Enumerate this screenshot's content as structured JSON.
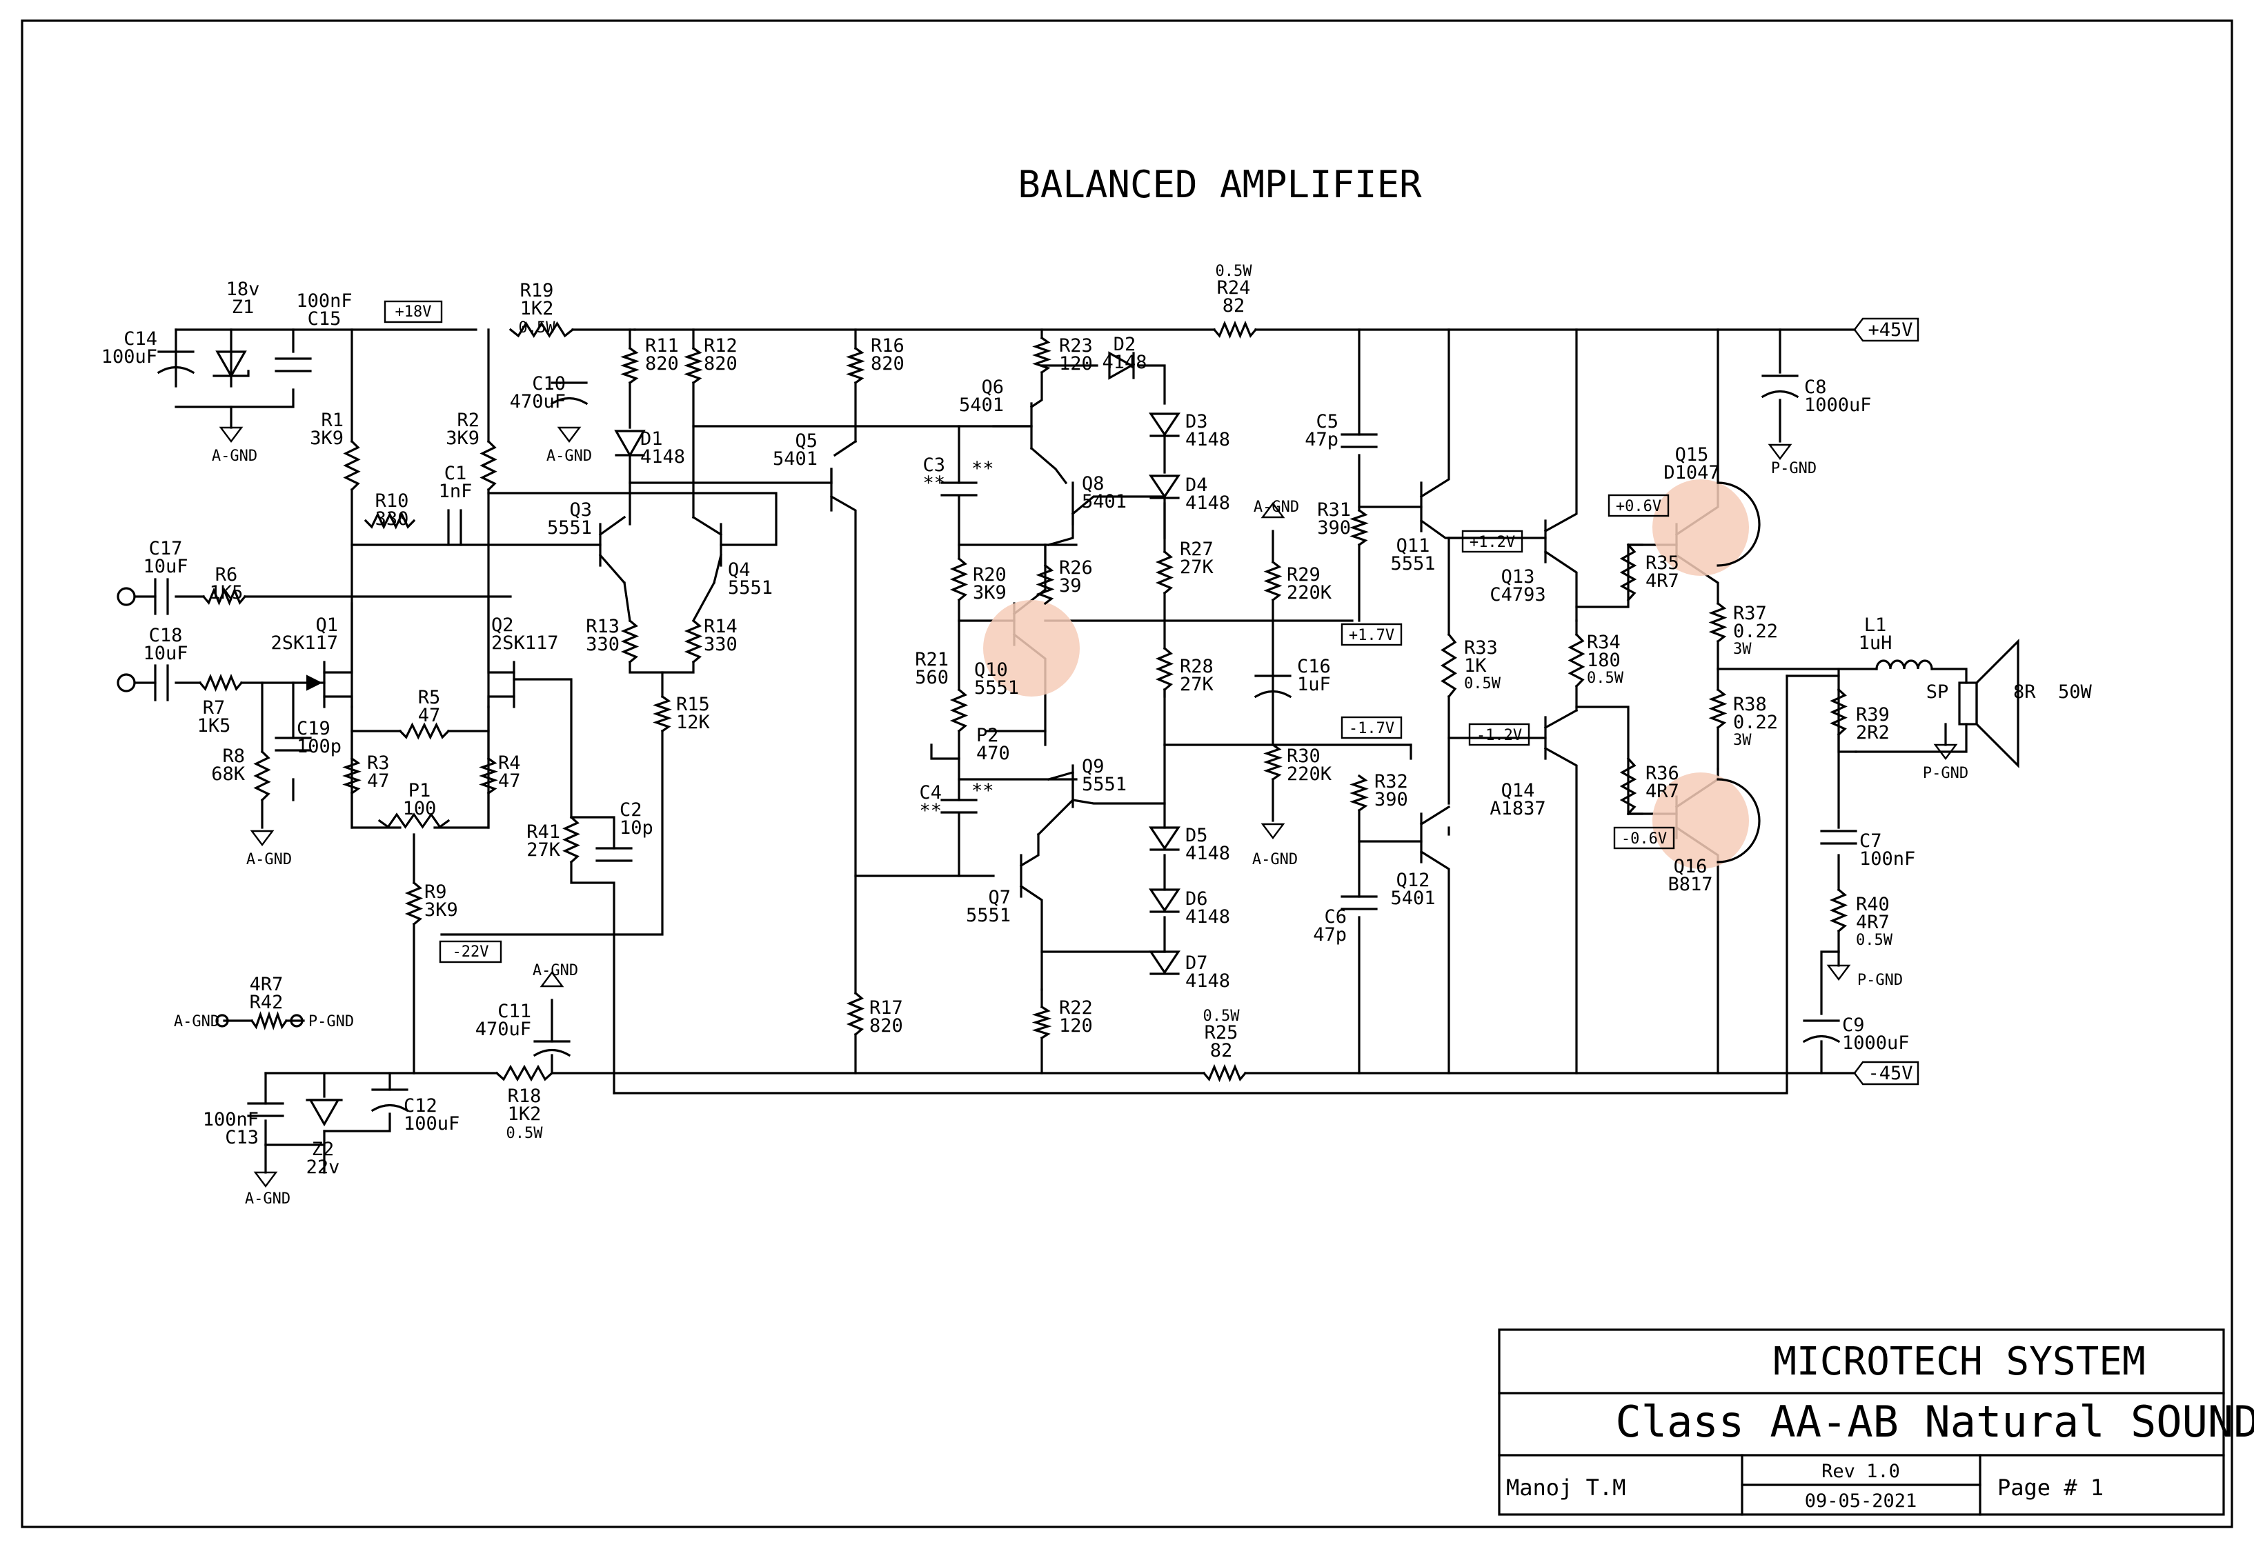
{
  "title": "BALANCED AMPLIFIER",
  "rails": {
    "pos18": "+18V",
    "neg22": "-22V",
    "pos45": "+45V",
    "neg45": "-45V"
  },
  "annotations": {
    "v_pos17": "+1.7V",
    "v_neg17": "-1.7V",
    "v_pos12": "+1.2V",
    "v_neg12": "-1.2V",
    "v_pos06": "+0.6V",
    "v_neg06": "-0.6V",
    "star": "**"
  },
  "grounds": {
    "agnd": "A-GND",
    "pgnd": "P-GND"
  },
  "components": [
    {
      "id": "C14",
      "value": "100uF"
    },
    {
      "id": "Z1",
      "value": "18v"
    },
    {
      "id": "C15",
      "value": "100nF"
    },
    {
      "id": "R19",
      "value": "1K2",
      "rating": "0.5W"
    },
    {
      "id": "C10",
      "value": "470uF"
    },
    {
      "id": "R1",
      "value": "3K9"
    },
    {
      "id": "R2",
      "value": "3K9"
    },
    {
      "id": "R10",
      "value": "330"
    },
    {
      "id": "C1",
      "value": "1nF"
    },
    {
      "id": "R11",
      "value": "820"
    },
    {
      "id": "R12",
      "value": "820"
    },
    {
      "id": "D1",
      "value": "4148"
    },
    {
      "id": "Q3",
      "value": "5551"
    },
    {
      "id": "Q4",
      "value": "5551"
    },
    {
      "id": "R13",
      "value": "330"
    },
    {
      "id": "R14",
      "value": "330"
    },
    {
      "id": "R15",
      "value": "12K"
    },
    {
      "id": "C17",
      "value": "10uF"
    },
    {
      "id": "R6",
      "value": "1K5"
    },
    {
      "id": "C18",
      "value": "10uF"
    },
    {
      "id": "R7",
      "value": "1K5"
    },
    {
      "id": "Q1",
      "value": "2SK117"
    },
    {
      "id": "Q2",
      "value": "2SK117"
    },
    {
      "id": "R5",
      "value": "47"
    },
    {
      "id": "C19",
      "value": "100p"
    },
    {
      "id": "R3",
      "value": "47"
    },
    {
      "id": "R4",
      "value": "47"
    },
    {
      "id": "P1",
      "value": "100"
    },
    {
      "id": "R8",
      "value": "68K"
    },
    {
      "id": "R9",
      "value": "3K9"
    },
    {
      "id": "C2",
      "value": "10p"
    },
    {
      "id": "R41",
      "value": "27K"
    },
    {
      "id": "R42",
      "value": "4R7"
    },
    {
      "id": "C11",
      "value": "470uF"
    },
    {
      "id": "R18",
      "value": "1K2",
      "rating": "0.5W"
    },
    {
      "id": "C13",
      "value": "100nF"
    },
    {
      "id": "Z2",
      "value": "22v"
    },
    {
      "id": "C12",
      "value": "100uF"
    },
    {
      "id": "R16",
      "value": "820"
    },
    {
      "id": "Q5",
      "value": "5401"
    },
    {
      "id": "R17",
      "value": "820"
    },
    {
      "id": "Q6",
      "value": "5401"
    },
    {
      "id": "R23",
      "value": "120"
    },
    {
      "id": "D2",
      "value": "4148"
    },
    {
      "id": "D3",
      "value": "4148"
    },
    {
      "id": "D4",
      "value": "4148"
    },
    {
      "id": "C3",
      "value": "**"
    },
    {
      "id": "Q8",
      "value": "5401"
    },
    {
      "id": "R20",
      "value": "3K9"
    },
    {
      "id": "R26",
      "value": "39"
    },
    {
      "id": "R21",
      "value": "560"
    },
    {
      "id": "Q10",
      "value": "5551"
    },
    {
      "id": "P2",
      "value": "470"
    },
    {
      "id": "C4",
      "value": "**"
    },
    {
      "id": "Q9",
      "value": "5551"
    },
    {
      "id": "Q7",
      "value": "5551"
    },
    {
      "id": "R27",
      "value": "27K"
    },
    {
      "id": "R28",
      "value": "27K"
    },
    {
      "id": "D5",
      "value": "4148"
    },
    {
      "id": "D6",
      "value": "4148"
    },
    {
      "id": "D7",
      "value": "4148"
    },
    {
      "id": "R22",
      "value": "120"
    },
    {
      "id": "R24",
      "value": "82",
      "rating": "0.5W"
    },
    {
      "id": "R25",
      "value": "82",
      "rating": "0.5W"
    },
    {
      "id": "R29",
      "value": "220K"
    },
    {
      "id": "C16",
      "value": "1uF"
    },
    {
      "id": "R30",
      "value": "220K"
    },
    {
      "id": "C5",
      "value": "47p"
    },
    {
      "id": "R31",
      "value": "390"
    },
    {
      "id": "Q11",
      "value": "5551"
    },
    {
      "id": "R32",
      "value": "390"
    },
    {
      "id": "Q12",
      "value": "5401"
    },
    {
      "id": "C6",
      "value": "47p"
    },
    {
      "id": "R33",
      "value": "1K",
      "rating": "0.5W"
    },
    {
      "id": "Q13",
      "value": "C4793"
    },
    {
      "id": "Q14",
      "value": "A1837"
    },
    {
      "id": "R34",
      "value": "180",
      "rating": "0.5W"
    },
    {
      "id": "R35",
      "value": "4R7"
    },
    {
      "id": "R36",
      "value": "4R7"
    },
    {
      "id": "Q15",
      "value": "D1047"
    },
    {
      "id": "Q16",
      "value": "B817"
    },
    {
      "id": "R37",
      "value": "0.22",
      "rating": "3W"
    },
    {
      "id": "R38",
      "value": "0.22",
      "rating": "3W"
    },
    {
      "id": "C8",
      "value": "1000uF"
    },
    {
      "id": "C9",
      "value": "1000uF"
    },
    {
      "id": "L1",
      "value": "1uH"
    },
    {
      "id": "R39",
      "value": "2R2"
    },
    {
      "id": "C7",
      "value": "100nF"
    },
    {
      "id": "R40",
      "value": "4R7",
      "rating": "0.5W"
    },
    {
      "id": "SP",
      "value": "8R",
      "power": "50W"
    }
  ],
  "title_block": {
    "company": "MICROTECH SYSTEM",
    "project": "Class AA-AB Natural SOUND",
    "author": "Manoj T.M",
    "revision": "Rev 1.0",
    "date": "09-05-2021",
    "page": "Page # 1"
  }
}
